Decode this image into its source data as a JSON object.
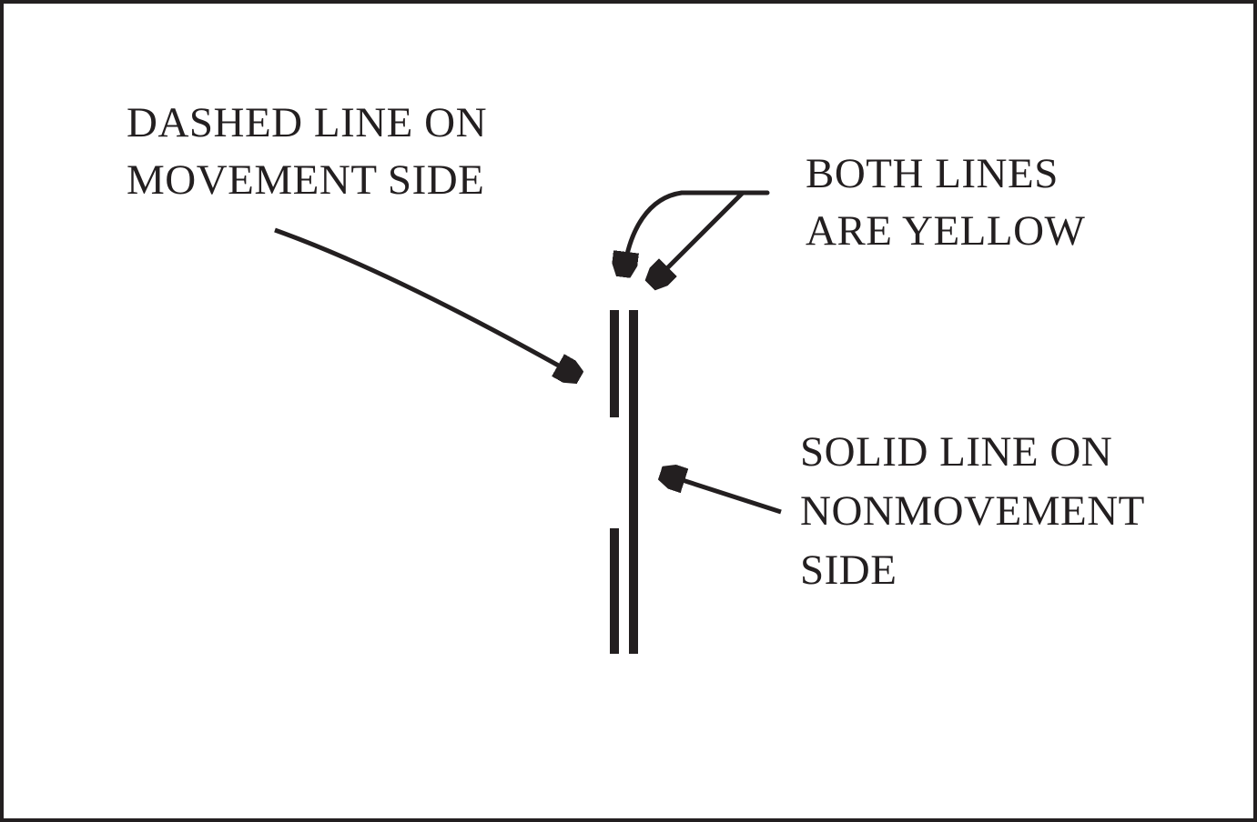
{
  "page": {
    "background": "#ffffff",
    "ink_color": "#231f20"
  },
  "labels": {
    "dashed_line": {
      "lines": [
        "DASHED LINE ON",
        "MOVEMENT SIDE"
      ]
    },
    "both_yellow": {
      "lines": [
        "BOTH LINES",
        "ARE YELLOW"
      ]
    },
    "solid_line": {
      "lines": [
        "SOLID LINE ON",
        "NONMOVEMENT",
        "SIDE"
      ]
    }
  },
  "figure": {
    "type": "pavement-marking-diagram",
    "left_line_style": "dashed",
    "right_line_style": "solid",
    "stated_marking_color": "yellow"
  }
}
